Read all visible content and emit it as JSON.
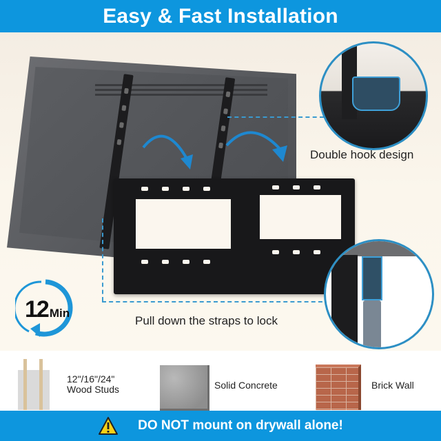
{
  "header": {
    "title": "Easy & Fast Installation"
  },
  "callouts": {
    "hook": {
      "label": "Double hook design",
      "icon": "hook-closeup"
    },
    "strap": {
      "label": "Pull down the straps to lock",
      "icon": "strap-closeup"
    }
  },
  "timer": {
    "value": "12",
    "unit": "Min",
    "icon": "stopwatch-ring"
  },
  "surfaces": [
    {
      "label_line1": "12\"/16\"/24\"",
      "label_line2": "Wood Studs",
      "icon": "wood-studs"
    },
    {
      "label_line1": "Solid Concrete",
      "icon": "concrete-block"
    },
    {
      "label_line1": "Brick Wall",
      "icon": "brick-wall"
    }
  ],
  "footer": {
    "warning": "DO NOT mount on drywall alone!",
    "icon": "warning-triangle"
  },
  "colors": {
    "brand_blue": "#0d96de",
    "accent_blue": "#2d8fc4",
    "background": "#fbf6ee"
  }
}
